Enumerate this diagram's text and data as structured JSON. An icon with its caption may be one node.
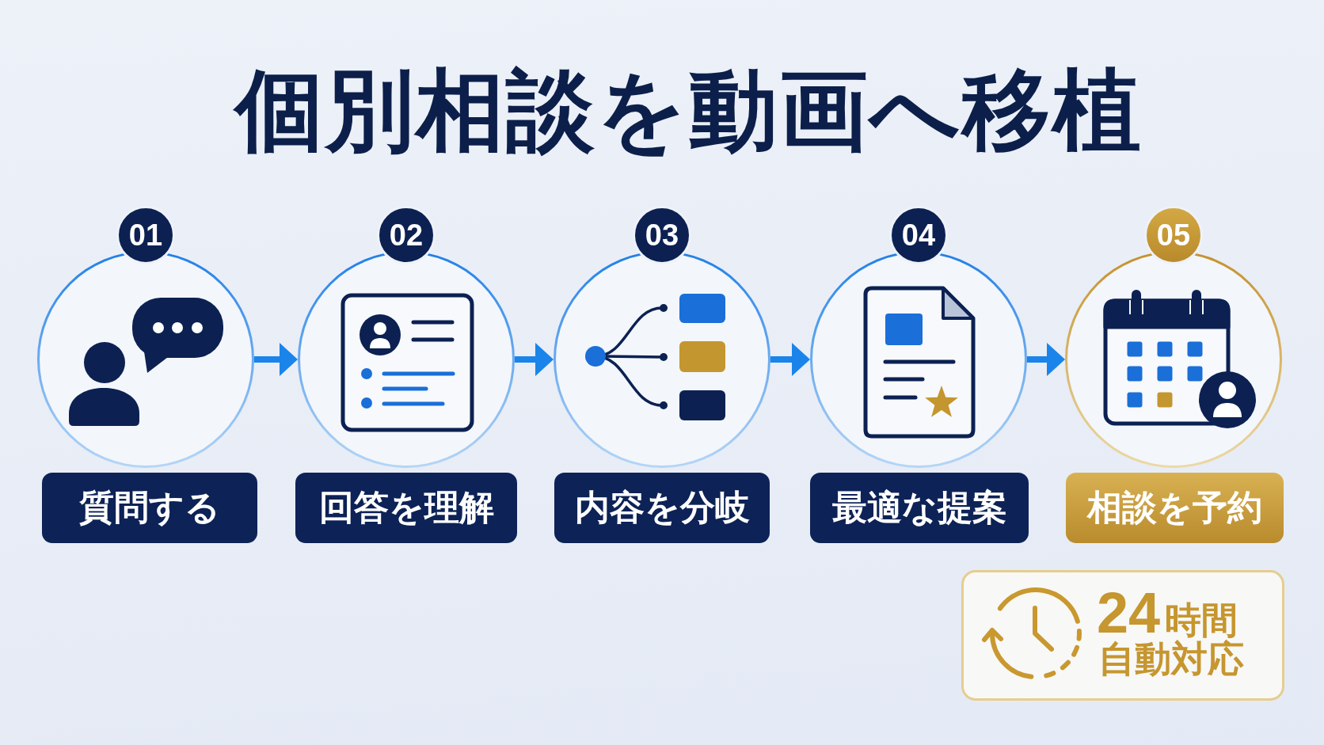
{
  "diagram": {
    "title": "個別相談を動画へ移植",
    "nodes": [
      {
        "text": [
          "01"
        ]
      },
      {
        "text": [],
        "shape": "circle"
      },
      {
        "text": [
          "質問する"
        ]
      },
      {
        "text": [
          "02"
        ]
      },
      {
        "text": [],
        "shape": "circle"
      },
      {
        "text": [
          "回答を理解"
        ]
      },
      {
        "text": [
          "03"
        ]
      },
      {
        "text": [],
        "shape": "circle"
      },
      {
        "text": [
          "内容を分岐"
        ]
      },
      {
        "text": [
          "04"
        ]
      },
      {
        "text": [],
        "shape": "circle"
      },
      {
        "text": [
          "最適な提案"
        ]
      },
      {
        "text": [
          "05"
        ]
      },
      {
        "text": [],
        "shape": "circle"
      },
      {
        "text": [
          "相談を予約"
        ]
      },
      {
        "text": [
          "24時間",
          "自動対応"
        ]
      }
    ],
    "edges": [
      {
        "from": 1,
        "to": 4,
        "arrow": "to"
      },
      {
        "from": 4,
        "to": 7,
        "arrow": "to"
      },
      {
        "from": 7,
        "to": 10,
        "arrow": "to"
      },
      {
        "from": 10,
        "to": 13,
        "arrow": "to"
      }
    ]
  }
}
